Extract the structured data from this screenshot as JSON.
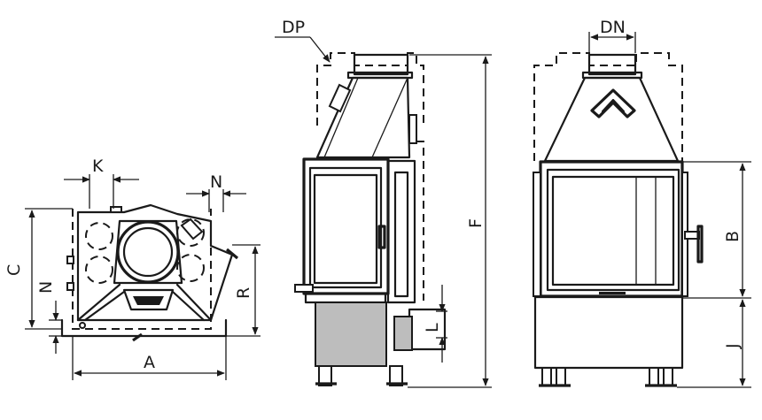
{
  "labels": {
    "A": "A",
    "B": "B",
    "C": "C",
    "DN": "DN",
    "DP": "DP",
    "F": "F",
    "J": "J",
    "K": "K",
    "L": "L",
    "N_top": "N",
    "N_left": "N",
    "R": "R"
  }
}
